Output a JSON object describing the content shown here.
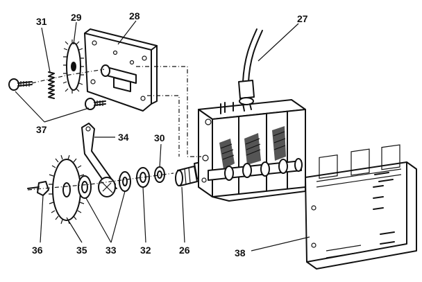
{
  "callouts": {
    "c26": "26",
    "c27": "27",
    "c28": "28",
    "c29": "29",
    "c30": "30",
    "c31": "31",
    "c32": "32",
    "c33": "33",
    "c34": "34",
    "c35": "35",
    "c36": "36",
    "c37": "37",
    "c38": "38"
  }
}
